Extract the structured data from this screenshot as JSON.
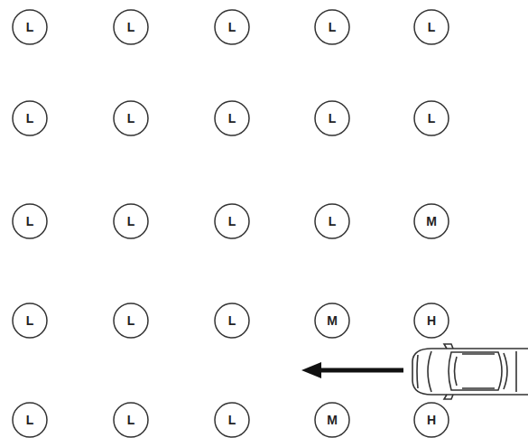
{
  "diagram": {
    "nodes": [
      {
        "text": [
          "L"
        ]
      },
      {
        "text": [
          "L"
        ]
      },
      {
        "text": [
          "L"
        ]
      },
      {
        "text": [
          "L"
        ]
      },
      {
        "text": [
          "L"
        ]
      },
      {
        "text": [
          "L"
        ]
      },
      {
        "text": [
          "L"
        ]
      },
      {
        "text": [
          "L"
        ]
      },
      {
        "text": [
          "L"
        ]
      },
      {
        "text": [
          "L"
        ]
      },
      {
        "text": [
          "L"
        ]
      },
      {
        "text": [
          "L"
        ]
      },
      {
        "text": [
          "L"
        ]
      },
      {
        "text": [
          "L"
        ]
      },
      {
        "text": [
          "M"
        ]
      },
      {
        "text": [
          "L"
        ]
      },
      {
        "text": [
          "L"
        ]
      },
      {
        "text": [
          "L"
        ]
      },
      {
        "text": [
          "M"
        ]
      },
      {
        "text": [
          "H"
        ]
      },
      {
        "text": [
          "L"
        ]
      },
      {
        "text": [
          "L"
        ]
      },
      {
        "text": [
          "L"
        ]
      },
      {
        "text": [
          "M"
        ]
      },
      {
        "text": [
          "H"
        ]
      }
    ]
  }
}
